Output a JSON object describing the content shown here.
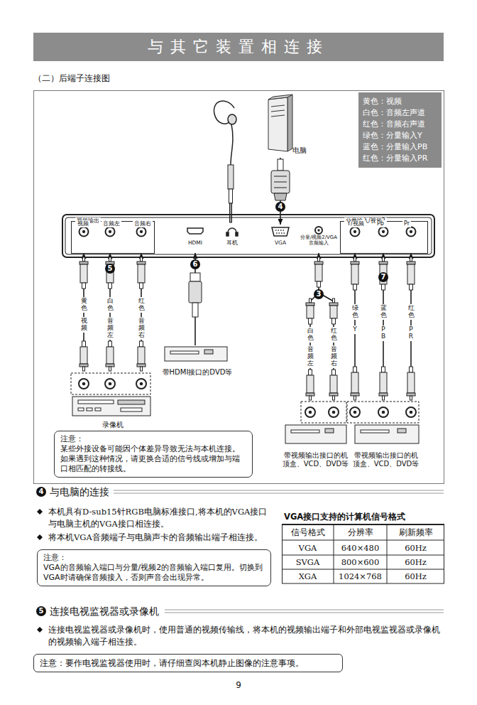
{
  "diagram": {
    "title": "与其它装置相连接",
    "nodes": [
      {
        "text": [
          "电脑"
        ]
      },
      {
        "text": [
          "视频输出"
        ]
      },
      {
        "text": [
          "视频"
        ],
        "in": 1
      },
      {
        "text": [
          "音频左"
        ],
        "in": 1
      },
      {
        "text": [
          "音频右"
        ],
        "in": 1
      },
      {
        "text": [
          "HDMI"
        ]
      },
      {
        "text": [
          "耳机"
        ]
      },
      {
        "text": [
          "VGA"
        ]
      },
      {
        "text": [
          "分量/视频2/VGA 音频输入"
        ]
      },
      {
        "text": [
          "分量输入/视频2"
        ]
      },
      {
        "text": [
          "Y/视频"
        ],
        "in": 9
      },
      {
        "text": [
          "Pb"
        ],
        "in": 9
      },
      {
        "text": [
          "Pr"
        ],
        "in": 9
      },
      {
        "text": [
          "录像机"
        ]
      },
      {
        "text": [
          "带HDMI接口的DVD等"
        ]
      },
      {
        "text": [
          "带视频输出接口的机顶盒、VCD、DVD等"
        ]
      },
      {
        "text": [
          "带视频输出接口的机顶盒、VCD、DVD等"
        ]
      },
      {
        "text": [
          "注意：",
          "某些外接设备可能因个体差异导致无法与本机连接。如果遇到这种情况，请更换合适的信号线或增加与端口相匹配的转接线。"
        ]
      },
      {
        "text": [
          "注意：",
          "VGA的音频输入端口与分量/视频2的音频输入端口复用。切换到VGA时请确保音频接入，否则声音会出现异常。"
        ]
      },
      {
        "text": [
          "注意：要作电视监视器使用时，请仔细查阅本机静止图像的注意事项。"
        ]
      }
    ],
    "edges": [
      {
        "from": 0,
        "to": 7,
        "arrow": "to"
      },
      {
        "from": 13,
        "to": 2,
        "arrow": "to"
      },
      {
        "from": 13,
        "to": 3,
        "arrow": "to"
      },
      {
        "from": 13,
        "to": 4,
        "arrow": "to"
      },
      {
        "from": 14,
        "to": 5,
        "arrow": "to"
      },
      {
        "from": 15,
        "to": 8,
        "arrow": "to"
      },
      {
        "from": 16,
        "to": 10,
        "arrow": "to"
      },
      {
        "from": 16,
        "to": 11,
        "arrow": "to"
      },
      {
        "from": 16,
        "to": 12,
        "arrow": "to"
      }
    ],
    "labels": [
      "（二）后端子连接图",
      "4",
      "5",
      "6",
      "3",
      "7",
      "黄色",
      "视频",
      "白色",
      "音频左",
      "红色",
      "音频右",
      "白色",
      "音频左",
      "红色",
      "音频右",
      "绿色",
      "Y",
      "蓝色",
      "PB",
      "红色",
      "PR",
      "4",
      "与电脑的连接",
      "本机具有D-sub15针RGB电脑标准接口,将本机的VGA接口与电脑主机的VGA接口相连接。",
      "将本机VGA音频端子与电脑声卡的音频输出端子相连接。",
      "VGA接口支持的计算机信号格式",
      "信号格式",
      "分辨率",
      "刷新频率",
      "VGA",
      "640×480",
      "60Hz",
      "SVGA",
      "800×600",
      "60Hz",
      "XGA",
      "1024×768",
      "60Hz",
      "5",
      "连接电视监视器或录像机",
      "连接电视监视器或录像机时，使用普通的视频传输线，将本机的视频输出端子和外部电视监视器或录像机的视频输入端子相连接。",
      "9"
    ],
    "legend": [
      {
        "text": "黄色：视频"
      },
      {
        "text": "白色：音频左声道"
      },
      {
        "text": "红色：音频右声道"
      },
      {
        "text": "绿色：分量输入Y"
      },
      {
        "text": "蓝色：分量输入PB"
      },
      {
        "text": "红色：分量输入PR"
      }
    ]
  }
}
